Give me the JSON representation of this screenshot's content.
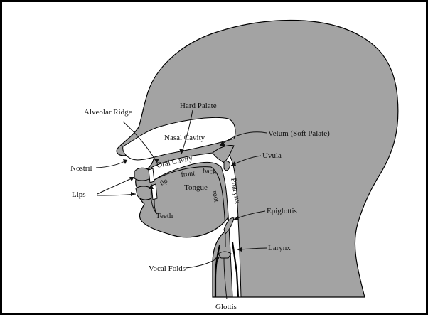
{
  "labels": {
    "alveolar_ridge": "Alveolar Ridge",
    "hard_palate": "Hard Palate",
    "nasal_cavity": "Nasal Cavity",
    "velum": "Velum (Soft Palate)",
    "uvula": "Uvula",
    "nostril": "Nostril",
    "oral_cavity": "Oral Cavity",
    "lips": "Lips",
    "tip": "tip",
    "front": "front",
    "back": "back",
    "tongue": "Tongue",
    "root": "root",
    "pharynx": "Pharynx",
    "teeth": "Teeth",
    "epiglottis": "Epiglottis",
    "larynx": "Larynx",
    "vocal_folds": "Vocal Folds",
    "glottis": "Glottis"
  },
  "colors": {
    "head_fill": "#a3a3a3",
    "cavity_fill": "#ffffff",
    "outline": "#000000"
  }
}
